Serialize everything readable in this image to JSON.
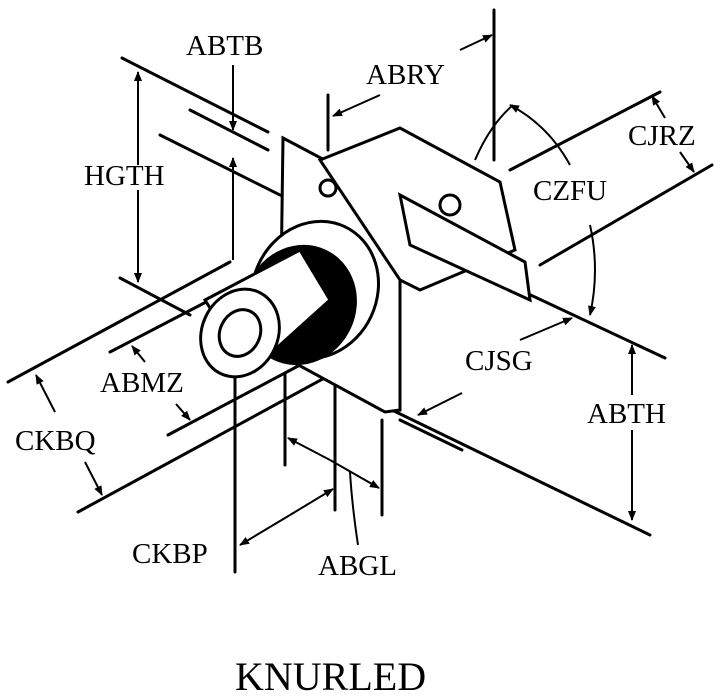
{
  "diagram": {
    "title": "KNURLED",
    "labels": {
      "abtb": "ABTB",
      "abry": "ABRY",
      "hgth": "HGTH",
      "cjrz": "CJRZ",
      "czfu": "CZFU",
      "abmz": "ABMZ",
      "ckbq": "CKBQ",
      "cjsg": "CJSG",
      "abth": "ABTH",
      "ckbp": "CKBP",
      "abgl": "ABGL"
    }
  }
}
